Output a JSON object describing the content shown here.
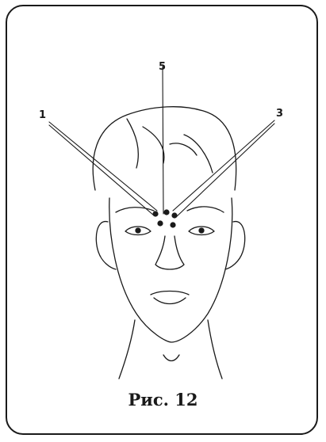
{
  "labels": {
    "point1": "1",
    "point3": "3",
    "point5": "5"
  },
  "caption": "Рис. 12",
  "colors": {
    "ink": "#1a1a1a",
    "background": "#ffffff"
  }
}
